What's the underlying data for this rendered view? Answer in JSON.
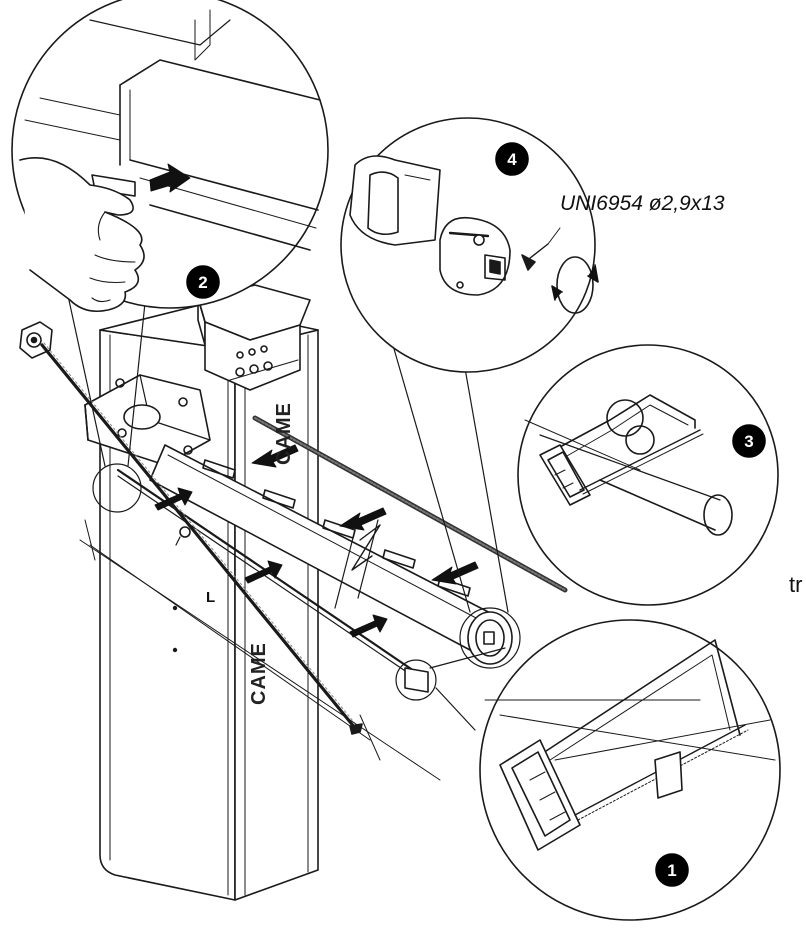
{
  "steps": {
    "s1": "1",
    "s2": "2",
    "s3": "3",
    "s4": "4"
  },
  "labels": {
    "screw_spec": "UNI6954 ø2,9x13",
    "length_mark": "L",
    "brand_top": "CAME",
    "brand_bottom": "CAME",
    "clipped_text": "tr"
  },
  "colors": {
    "line": "#1a1a1a",
    "badge": "#000000",
    "background": "#ffffff"
  }
}
